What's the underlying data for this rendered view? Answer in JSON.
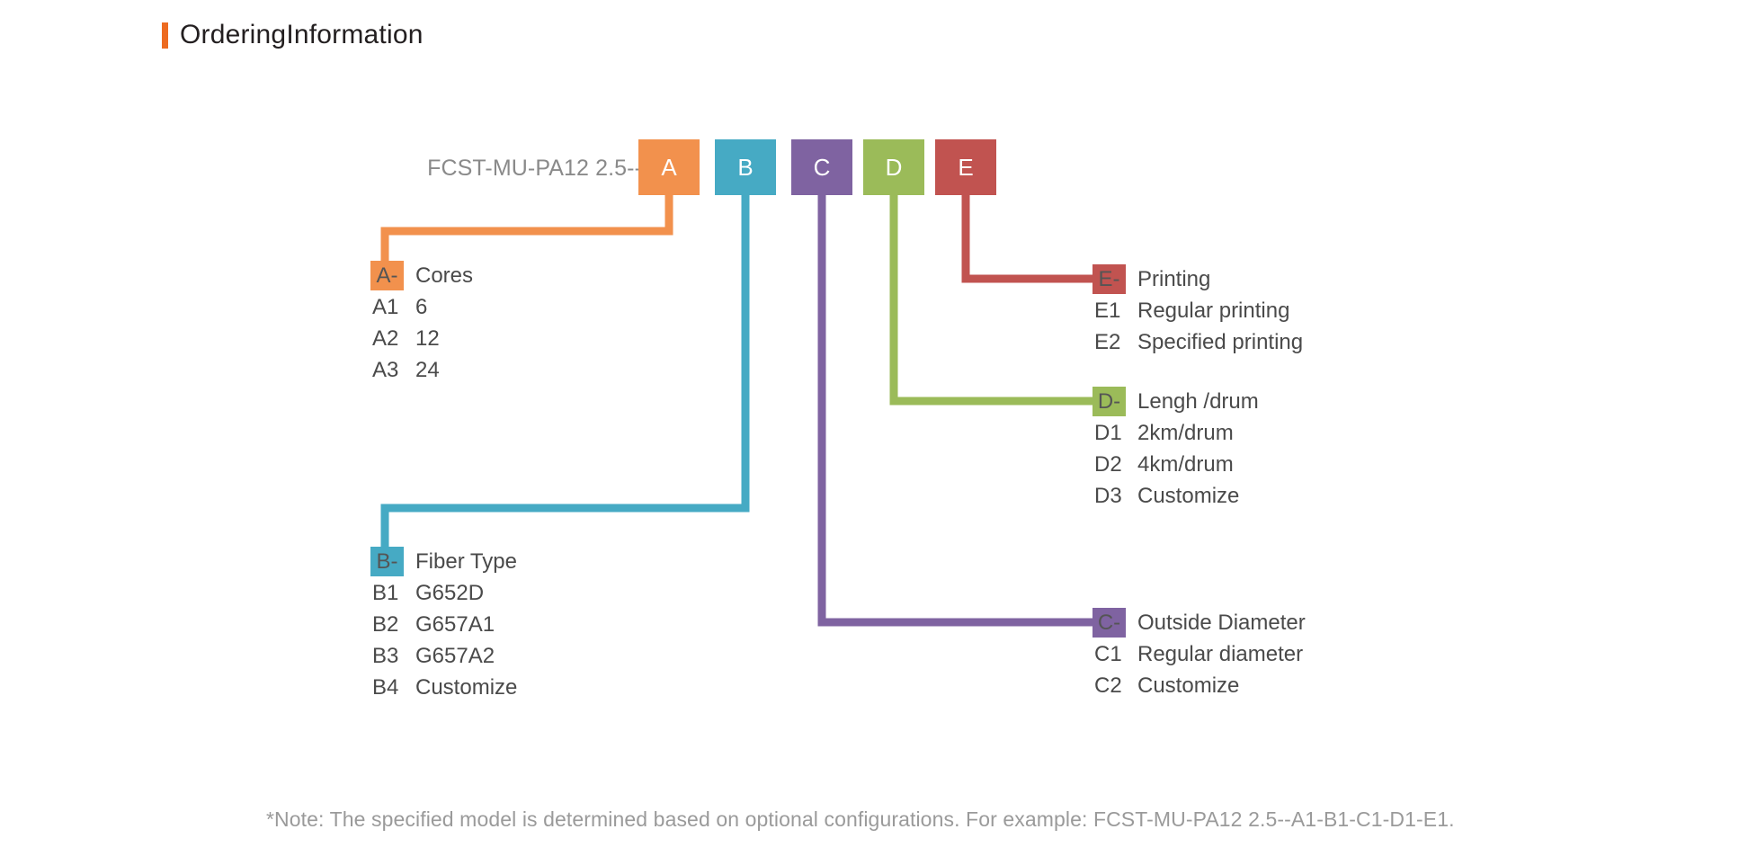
{
  "header": {
    "title": "OrderingInformation",
    "accent_color": "#ED6B21"
  },
  "diagram": {
    "model_prefix": "FCST-MU-PA12 2.5--",
    "boxes": [
      {
        "label": "A",
        "color": "#F2914D"
      },
      {
        "label": "B",
        "color": "#46AAC4"
      },
      {
        "label": "C",
        "color": "#7F63A1"
      },
      {
        "label": "D",
        "color": "#9BBB59"
      },
      {
        "label": "E",
        "color": "#C15350"
      }
    ],
    "groups": [
      {
        "key": "A-",
        "title": "Cores",
        "color": "#F2914D",
        "options": [
          {
            "code": "A1",
            "value": "6"
          },
          {
            "code": "A2",
            "value": "12"
          },
          {
            "code": "A3",
            "value": "24"
          }
        ]
      },
      {
        "key": "B-",
        "title": "Fiber Type",
        "color": "#46AAC4",
        "options": [
          {
            "code": "B1",
            "value": "G652D"
          },
          {
            "code": "B2",
            "value": "G657A1"
          },
          {
            "code": "B3",
            "value": "G657A2"
          },
          {
            "code": "B4",
            "value": "Customize"
          }
        ]
      },
      {
        "key": "C-",
        "title": "Outside Diameter",
        "color": "#7F63A1",
        "options": [
          {
            "code": "C1",
            "value": "Regular diameter"
          },
          {
            "code": "C2",
            "value": "Customize"
          }
        ]
      },
      {
        "key": "D-",
        "title": "Lengh /drum",
        "color": "#9BBB59",
        "options": [
          {
            "code": "D1",
            "value": "2km/drum"
          },
          {
            "code": "D2",
            "value": "4km/drum"
          },
          {
            "code": "D3",
            "value": "Customize"
          }
        ]
      },
      {
        "key": "E-",
        "title": "Printing",
        "color": "#C15350",
        "options": [
          {
            "code": "E1",
            "value": "Regular printing"
          },
          {
            "code": "E2",
            "value": "Specified printing"
          }
        ]
      }
    ]
  },
  "footnote": {
    "text": "*Note: The specified model is determined based on optional configurations. For example: FCST-MU-PA12 2.5--A1-B1-C1-D1-E1."
  }
}
